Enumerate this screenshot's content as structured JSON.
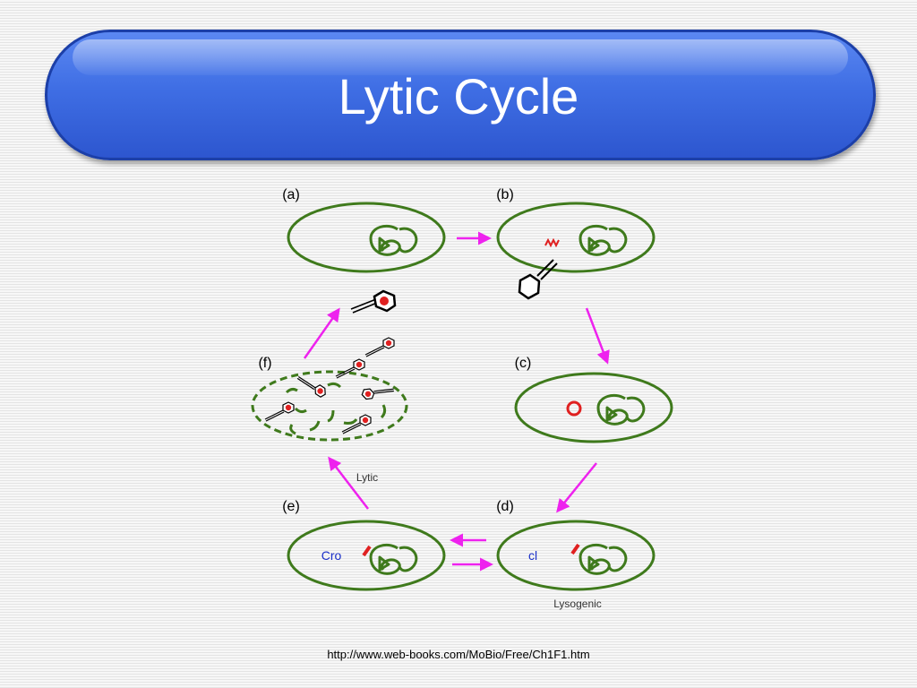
{
  "slide": {
    "title": "Lytic Cycle",
    "source_url": "http://www.web-books.com/MoBio/Free/Ch1F1.htm"
  },
  "diagram": {
    "panels": {
      "a": "(a)",
      "b": "(b)",
      "c": "(c)",
      "d": "(d)",
      "e": "(e)",
      "f": "(f)"
    },
    "proteins": {
      "cro": "Cro",
      "cl": "cl"
    },
    "pathways": {
      "lytic": "Lytic",
      "lysogenic": "Lysogenic"
    }
  },
  "colors": {
    "cell_outline": "#3f7a1c",
    "dna": "#3f7a1c",
    "arrow": "#ee22ee",
    "phage_dna": "#e02020",
    "protein_label": "#1a2fc9",
    "title_bar": "#3f6ee4"
  }
}
